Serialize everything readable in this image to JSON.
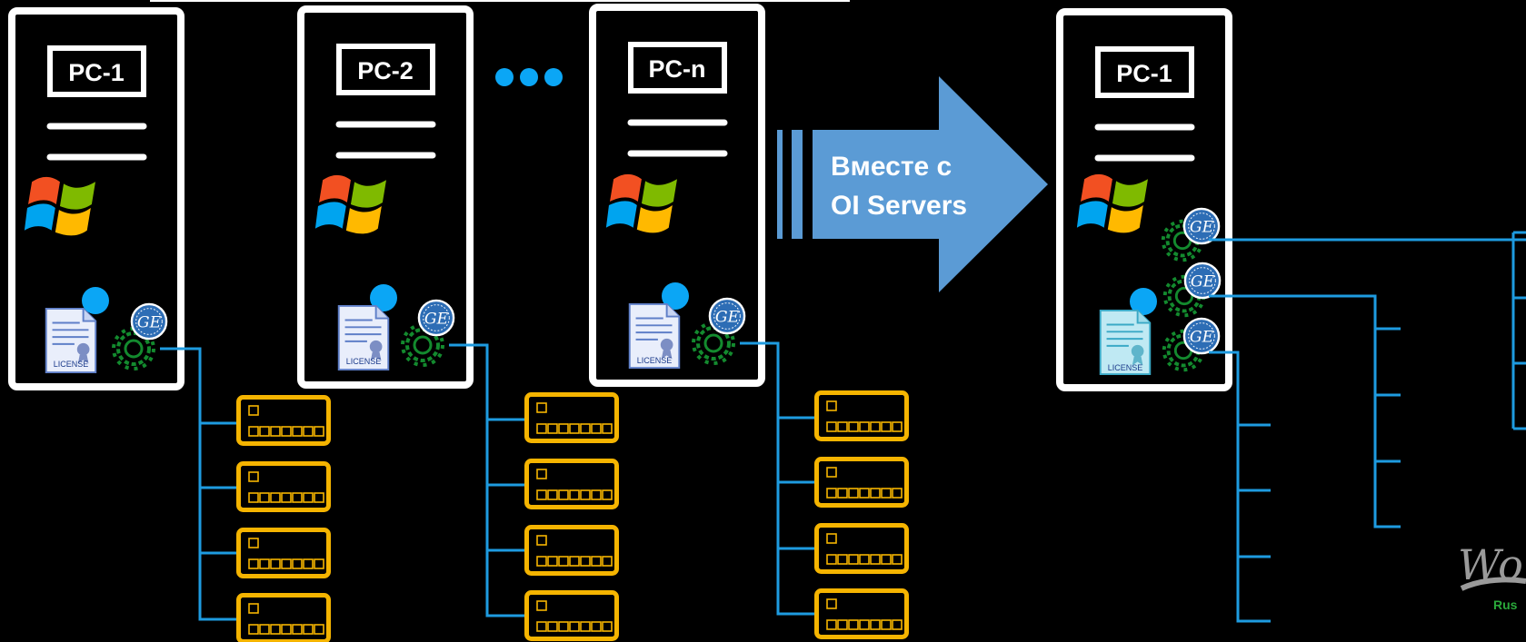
{
  "diagram": {
    "colors": {
      "background": "#000000",
      "server_border": "#ffffff",
      "connection": "#1e9be0",
      "device": "#f5b400",
      "arrow": "#5b9bd5",
      "status_dot": "#0ba6f5",
      "ge_badge": "#2d6db5",
      "gear": "#138a2e"
    },
    "servers": [
      {
        "label": "PC-1",
        "license": "LICENSE"
      },
      {
        "label": "PC-2",
        "license": "LICENSE"
      },
      {
        "label": "PC-n",
        "license": "LICENSE"
      }
    ],
    "ellipsis_icon": "three-dots",
    "arrow_text": [
      "Вместе с",
      "OI Servers"
    ],
    "result_server": {
      "label": "PC-1",
      "license": "LICENSE"
    },
    "logo": {
      "main": "Won",
      "sub": "Rus"
    }
  }
}
